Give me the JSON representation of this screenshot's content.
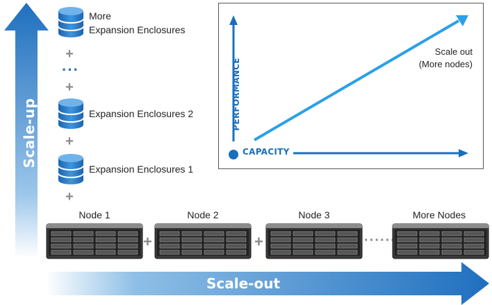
{
  "scale_up": {
    "label": "Scale-up"
  },
  "scale_out": {
    "label": "Scale-out"
  },
  "enclosures": [
    {
      "label_line1": "More",
      "label_line2": "Expansion Enclosures"
    },
    {
      "label": "Expansion Enclosures 2"
    },
    {
      "label": "Expansion Enclosures 1"
    }
  ],
  "plus_symbol": "+",
  "ellipsis_vertical": "···",
  "ellipsis_horizontal": "······",
  "chart": {
    "y_axis_label": "PERFORMANCE",
    "x_axis_label": "CAPACITY",
    "note_line1": "Scale out",
    "note_line2": "(More nodes)"
  },
  "nodes": [
    {
      "label": "Node 1"
    },
    {
      "label": "Node 2"
    },
    {
      "label": "Node 3"
    },
    {
      "label": "More Nodes"
    }
  ],
  "colors": {
    "accent_blue": "#1a6fbd",
    "arrow_blue": "#2a7bc8",
    "plus_gray": "#8a8a8a"
  },
  "icons": [
    "database-icon",
    "server-rack-icon",
    "arrow-up-icon",
    "arrow-right-icon"
  ]
}
